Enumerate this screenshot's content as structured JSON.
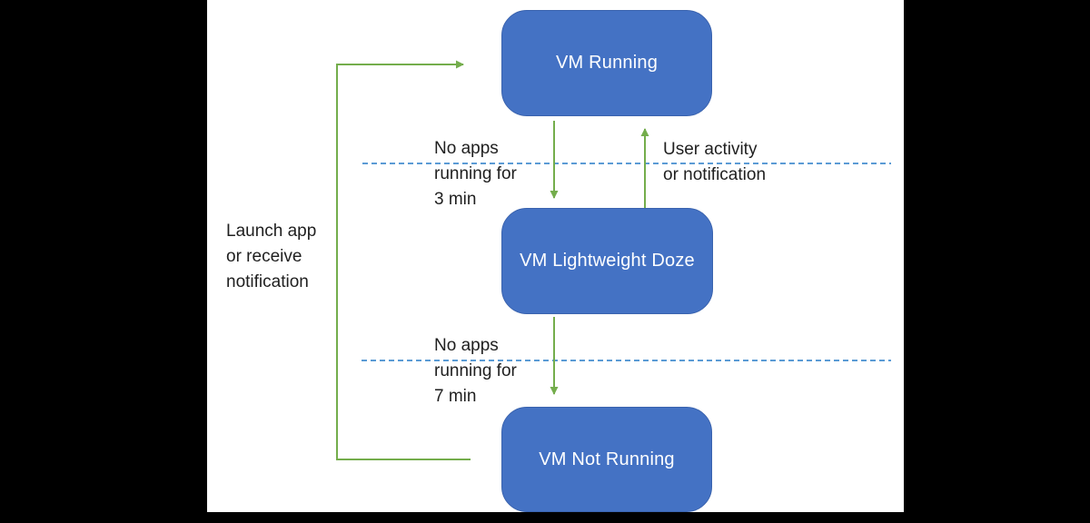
{
  "diagram": {
    "type": "state-diagram",
    "nodes": {
      "running": {
        "label": "VM Running"
      },
      "doze": {
        "label": "VM Lightweight Doze"
      },
      "not_running": {
        "label": "VM Not Running"
      }
    },
    "transitions": {
      "running_to_doze": {
        "line1": "No apps",
        "line2": "running for",
        "line3": "3 min"
      },
      "doze_to_running": {
        "line1": "User activity",
        "line2": "or notification"
      },
      "doze_to_off": {
        "line1": "No apps",
        "line2": "running for",
        "line3": "7 min"
      },
      "off_to_running": {
        "line1": "Launch app",
        "line2": "or receive",
        "line3": "notification"
      }
    },
    "colors": {
      "node_fill": "#4472C4",
      "node_text": "#FFFFFF",
      "arrow_green": "#74ad4c",
      "dashed_separator_blue": "#5B9BD5",
      "label_text": "#1F1F1F",
      "canvas_background": "#FFFFFF",
      "letterbox_background": "#000000"
    }
  }
}
